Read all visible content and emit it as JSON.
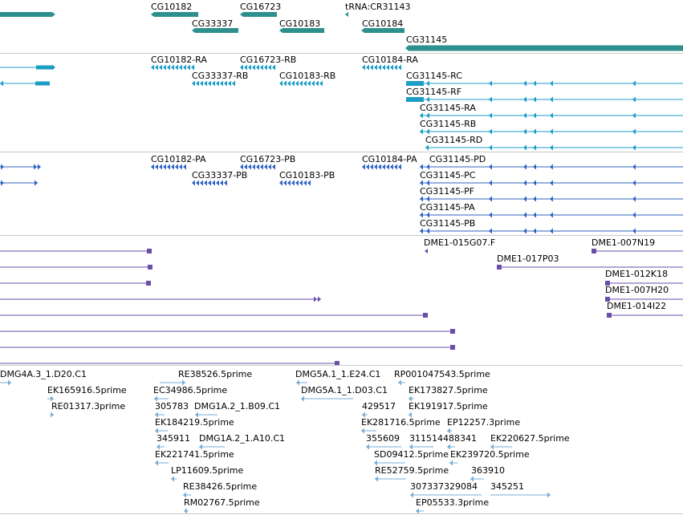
{
  "colors": {
    "gene": "#2e8f8f",
    "rna": "#1b9ec4",
    "protein": "#2f63c4",
    "clone": "#6a4fa8",
    "est": "#77aed8",
    "divider": "#c8c8c8"
  },
  "tracks": {
    "genes": {
      "labels": [
        "CG10182",
        "CG16723",
        "tRNA:CR31143",
        "CG33337",
        "CG10183",
        "CG10184",
        "CG31145"
      ]
    },
    "transcripts": {
      "labels": [
        "CG10182-RA",
        "CG16723-RB",
        "CG10184-RA",
        "CG33337-RB",
        "CG10183-RB",
        "CG31145-RC",
        "CG31145-RF",
        "CG31145-RA",
        "CG31145-RB",
        "CG31145-RD"
      ]
    },
    "proteins": {
      "labels": [
        "CG10182-PA",
        "CG16723-PB",
        "CG10184-PA",
        "CG31145-PD",
        "CG33337-PB",
        "CG10183-PB",
        "CG31145-PC",
        "CG31145-PF",
        "CG31145-PA",
        "CG31145-PB"
      ]
    },
    "clones": {
      "labels": [
        "DME1-015G07.F",
        "DME1-007N19",
        "DME1-017P03",
        "DME1-012K18",
        "DME1-007H20",
        "DME1-014I22"
      ]
    },
    "ests": {
      "labels": [
        "DMG4A.3_1.D20.C1",
        "RE38526.5prime",
        "DMG5A.1_1.E24.C1",
        "RP001047543.5prime",
        "EK165916.5prime",
        "EC34986.5prime",
        "DMG5A.1_1.D03.C1",
        "EK173827.5prime",
        "RE01317.3prime",
        "305783",
        "DMG1A.2_1.B09.C1",
        "429517",
        "EK191917.5prime",
        "EK184219.5prime",
        "EK281716.5prime",
        "EP12257.3prime",
        "345911",
        "DMG1A.2_1.A10.C1",
        "355609",
        "311514488341",
        "EK220627.5prime",
        "EK221741.5prime",
        "SD09412.5prime",
        "EK239720.5prime",
        "LP11609.5prime",
        "RE52759.5prime",
        "363910",
        "RE38426.5prime",
        "307337329084",
        "345251",
        "RM02767.5prime",
        "EP05533.3prime"
      ]
    }
  }
}
